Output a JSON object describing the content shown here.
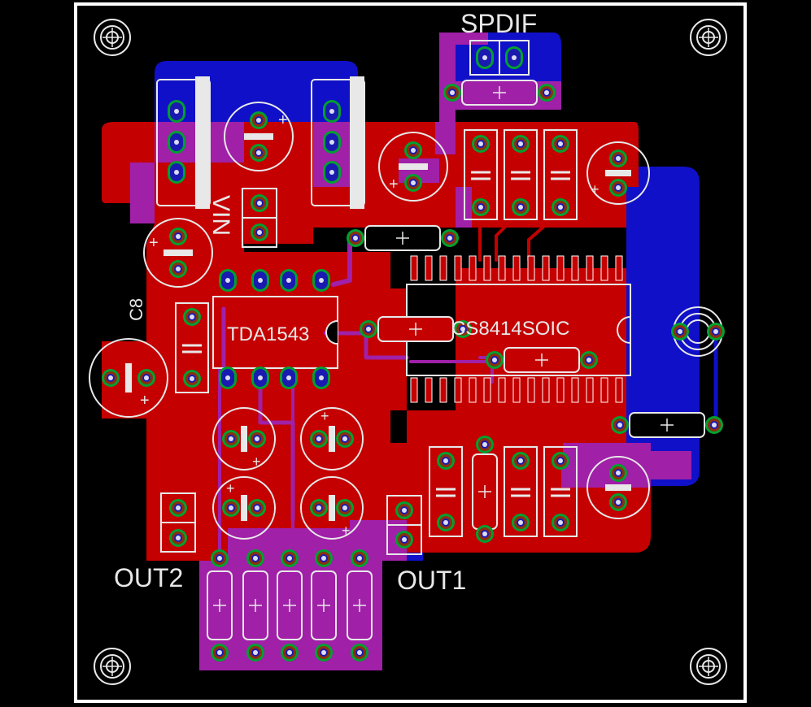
{
  "colors": {
    "background": "#000000",
    "top_copper": "#c40000",
    "bottom_copper": "#1010c8",
    "overlap": "#a020a8",
    "silkscreen": "#e8e8e8",
    "pad_ring": "#00a030",
    "pad_hole": "#1a1ab0"
  },
  "labels": {
    "spdif": "SPDIF",
    "vin": "VIN",
    "c8": "C8",
    "tda": "TDA1543",
    "cs": "CS8414SOIC",
    "out2": "OUT2",
    "out1": "OUT1"
  },
  "icons": {
    "mounting_hole": "mounting-hole-icon",
    "inductor": "inductor-coil-icon"
  }
}
